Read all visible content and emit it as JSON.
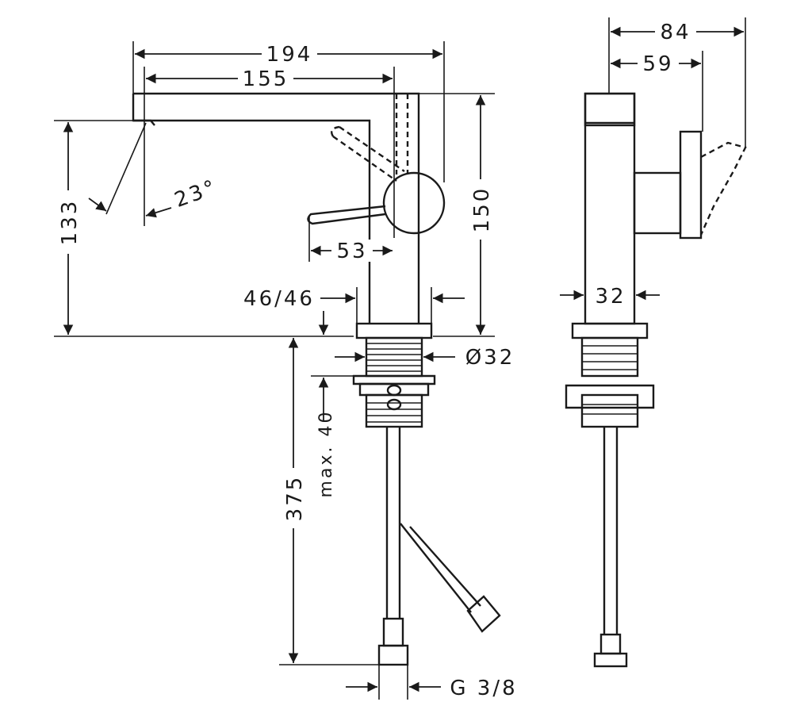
{
  "dimensions": {
    "spout_reach": "194",
    "spout_to_axis": "155",
    "height_spout": "133",
    "spout_angle": "23°",
    "handle_length": "53",
    "total_height": "150",
    "body_width": "46/46",
    "thread_diameter": "Ø32",
    "supply_length": "375",
    "max_deck_thickness": "max. 40",
    "connection": "G 3/8",
    "side_depth": "84",
    "side_handle_depth": "59",
    "side_body_width": "32"
  }
}
